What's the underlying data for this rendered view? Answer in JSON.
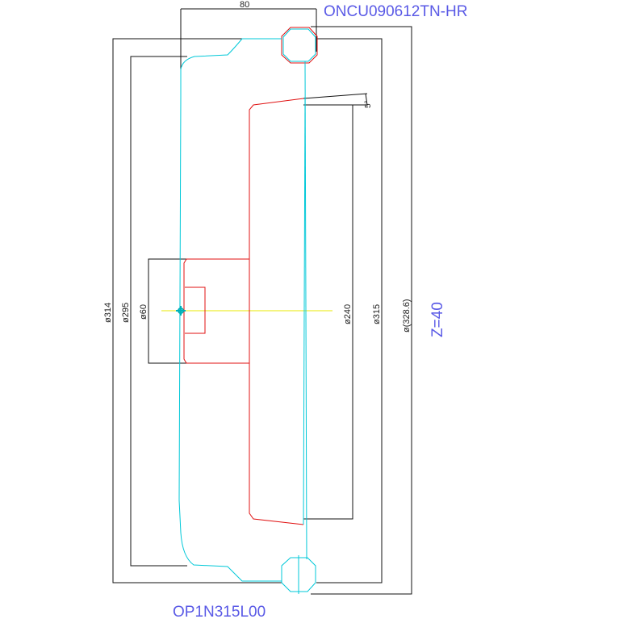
{
  "drawing": {
    "insert_code": "ONCU090612TN-HR",
    "body_code": "OP1N315L00",
    "tooth_count": "Z=40",
    "colors": {
      "dimension": "#111111",
      "tool_outline": "#00c8d8",
      "part_outline": "#e01010",
      "label": "#5a5ae6",
      "centerline": "#e8e800",
      "center_mark": "#00b0b8"
    },
    "dimensions": {
      "width_80": "80",
      "dia_314": "ø314",
      "dia_295": "ø295",
      "dia_60": "ø60",
      "dia_240": "ø240",
      "dia_315": "ø315",
      "dia_328_6": "ø(328.6)",
      "angle_5": "5°"
    }
  }
}
